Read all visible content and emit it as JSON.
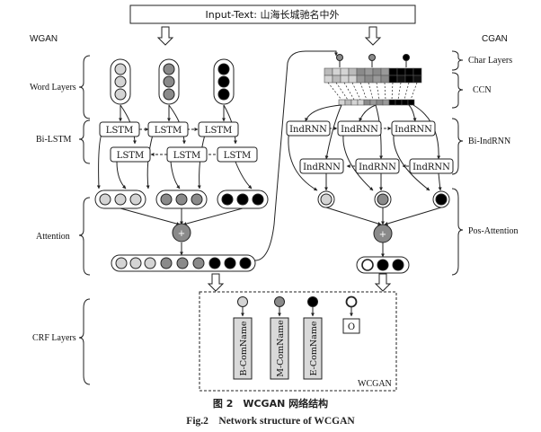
{
  "input_text": "Input-Text: 山海长城驰名中外",
  "left_title": "WGAN",
  "right_title": "CGAN",
  "left_labels": {
    "word_layers": "Word Layers",
    "bilstm": "Bi-LSTM",
    "attention": "Attention",
    "crf_layers": "CRF Layers"
  },
  "right_labels": {
    "char_layers": "Char Layers",
    "ccn": "CCN",
    "bi_indrnn": "Bi-IndRNN",
    "pos_attention": "Pos-Attention"
  },
  "lstm_label": "LSTM",
  "indrnn_label": "IndRNN",
  "attention_op": "+",
  "crf": {
    "tags": [
      "B-ComName",
      "M-ComName",
      "E-ComName"
    ],
    "other_tag": "O",
    "box_label": "WCGAN"
  },
  "caption_cn": "图 2　WCGAN 网络结构",
  "caption_en": "Fig.2　Network structure of WCGAN",
  "colors": {
    "light": "#d4d4d4",
    "mid": "#8a8a8a",
    "dark": "#000000",
    "white": "#ffffff",
    "stroke": "#222222"
  }
}
